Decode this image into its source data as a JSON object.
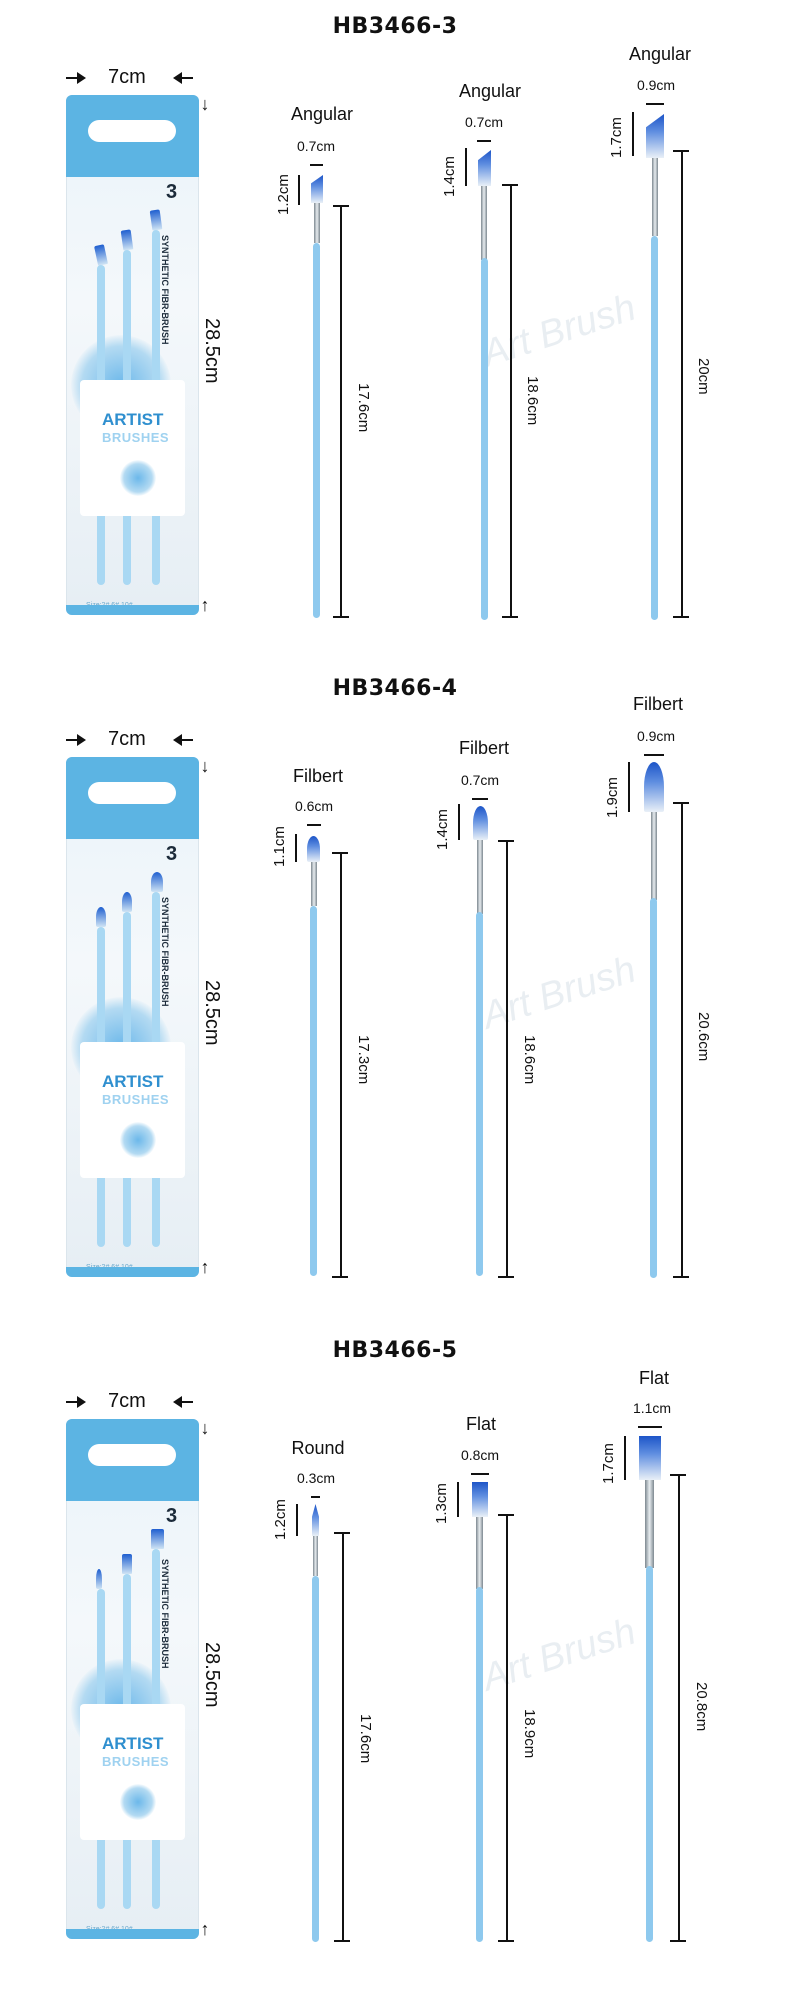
{
  "sections": [
    {
      "title": "HB3466-3",
      "package": {
        "width": "7cm",
        "height": "28.5cm",
        "count": "3",
        "side_text": "SYNTHETIC FIBR-BRUSH",
        "brand_top": "ARTIST",
        "brand_bottom": "BRUSHES",
        "size_text": "Size:2# 6# 10#"
      },
      "brushes": [
        {
          "name": "Angular",
          "width": "0.7cm",
          "head": "1.2cm",
          "handle": "17.6cm"
        },
        {
          "name": "Angular",
          "width": "0.7cm",
          "head": "1.4cm",
          "handle": "18.6cm"
        },
        {
          "name": "Angular",
          "width": "0.9cm",
          "head": "1.7cm",
          "handle": "20cm"
        }
      ]
    },
    {
      "title": "HB3466-4",
      "package": {
        "width": "7cm",
        "height": "28.5cm",
        "count": "3",
        "side_text": "SYNTHETIC FIBR-BRUSH",
        "brand_top": "ARTIST",
        "brand_bottom": "BRUSHES",
        "size_text": "Size:2# 6# 10#"
      },
      "brushes": [
        {
          "name": "Filbert",
          "width": "0.6cm",
          "head": "1.1cm",
          "handle": "17.3cm"
        },
        {
          "name": "Filbert",
          "width": "0.7cm",
          "head": "1.4cm",
          "handle": "18.6cm"
        },
        {
          "name": "Filbert",
          "width": "0.9cm",
          "head": "1.9cm",
          "handle": "20.6cm"
        }
      ]
    },
    {
      "title": "HB3466-5",
      "package": {
        "width": "7cm",
        "height": "28.5cm",
        "count": "3",
        "side_text": "SYNTHETIC FIBR-BRUSH",
        "brand_top": "ARTIST",
        "brand_bottom": "BRUSHES",
        "size_text": "Size:2# 6# 10#"
      },
      "brushes": [
        {
          "name": "Round",
          "width": "0.3cm",
          "head": "1.2cm",
          "handle": "17.6cm"
        },
        {
          "name": "Flat",
          "width": "0.8cm",
          "head": "1.3cm",
          "handle": "18.9cm"
        },
        {
          "name": "Flat",
          "width": "1.1cm",
          "head": "1.7cm",
          "handle": "20.8cm"
        }
      ]
    }
  ],
  "colors": {
    "handle": "#8ec9ee",
    "package_accent": "#5cb4e3",
    "bristle_tip": "#1d55c8"
  }
}
